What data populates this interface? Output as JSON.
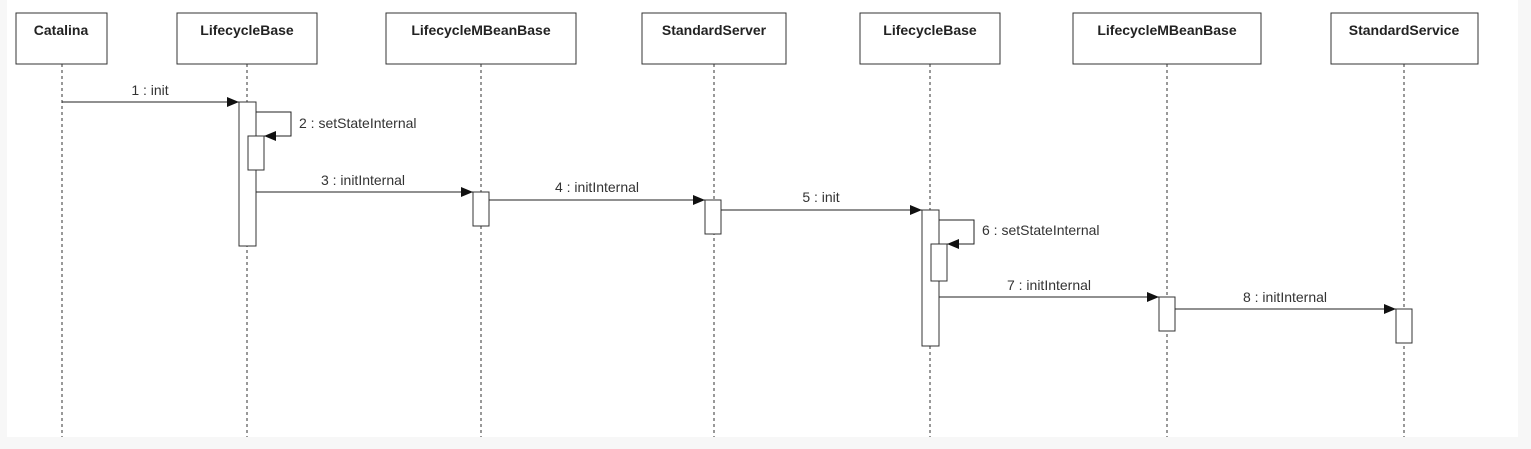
{
  "lifelines": [
    {
      "id": "catalina",
      "name": "Catalina"
    },
    {
      "id": "lb1",
      "name": "LifecycleBase"
    },
    {
      "id": "lmb1",
      "name": "LifecycleMBeanBase"
    },
    {
      "id": "stdserver",
      "name": "StandardServer"
    },
    {
      "id": "lb2",
      "name": "LifecycleBase"
    },
    {
      "id": "lmb2",
      "name": "LifecycleMBeanBase"
    },
    {
      "id": "stdservice",
      "name": "StandardService"
    }
  ],
  "messages": [
    {
      "from": "catalina",
      "to": "lb1",
      "label": "1 : init"
    },
    {
      "from": "lb1",
      "to": "lb1",
      "label": "2 : setStateInternal"
    },
    {
      "from": "lb1",
      "to": "lmb1",
      "label": "3 : initInternal"
    },
    {
      "from": "lmb1",
      "to": "stdserver",
      "label": "4 : initInternal"
    },
    {
      "from": "stdserver",
      "to": "lb2",
      "label": "5 : init"
    },
    {
      "from": "lb2",
      "to": "lb2",
      "label": "6 : setStateInternal"
    },
    {
      "from": "lb2",
      "to": "lmb2",
      "label": "7 : initInternal"
    },
    {
      "from": "lmb2",
      "to": "stdservice",
      "label": "8 : initInternal"
    }
  ]
}
